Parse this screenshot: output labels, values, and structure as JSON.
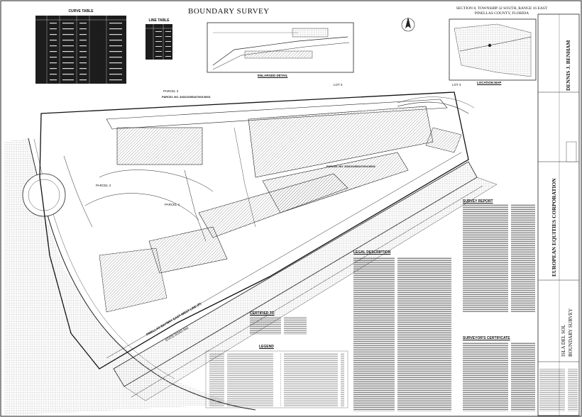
{
  "header": {
    "title": "BOUNDARY SURVEY",
    "section_line1": "SECTION 8, TOWNSHIP 32 SOUTH, RANGE 16 EAST",
    "section_line2": "PINELLAS COUNTY, FLORIDA"
  },
  "tables": {
    "curve_table_title": "CURVE TABLE",
    "line_table_title": "LINE TABLE"
  },
  "inset": {
    "enlarged_detail": "ENLARGED DETAIL",
    "location_map": "LOCATION MAP"
  },
  "labels": {
    "lot3_a": "LOT 3",
    "lot3_b": "LOT 3",
    "parcel3": "PARCEL 3",
    "parcel2": "PARCEL 2",
    "parcel1": "PARCEL 1",
    "parcel_no_1": "PARCEL NO. 8/32/16/55447/001/0001",
    "parcel_no_2": "PARCEL NO. 8/32/16/55447/001/0002",
    "causeway": "PINELLAS BAYWAY EAST-WEST LINE (P)",
    "state_road": "STATE ROAD 682"
  },
  "notes": {
    "survey_report": "SURVEY REPORT",
    "legal_description": "LEGAL DESCRIPTION",
    "certified_to": "CERTIFIED TO",
    "legend": "LEGEND",
    "surveyors_certificate": "SURVEYOR'S CERTIFICATE"
  },
  "title_block": {
    "surveyor_name": "DENNIS J. BENHAM",
    "client": "EUROPEAN EQUITIES CORPORATION",
    "project": "ISLA DEL SOL",
    "sheet_title": "BOUNDARY SURVEY"
  },
  "colors": {
    "ink": "#111111",
    "hatch": "#9a9a9a",
    "shade": "#d4d4d4",
    "dark": "#1a1a1a"
  }
}
